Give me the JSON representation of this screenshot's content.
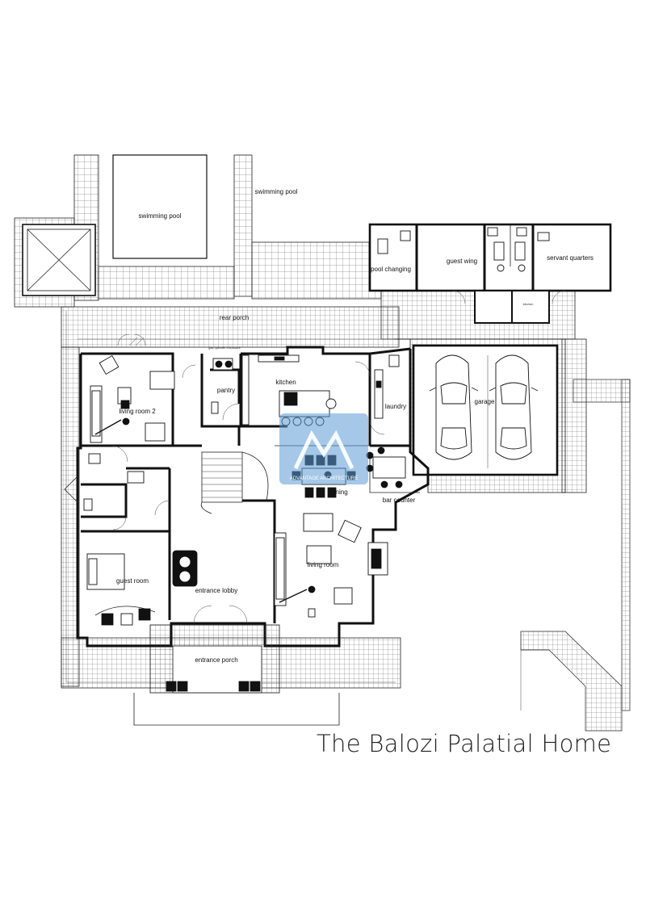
{
  "title": "The Balozi Palatial Home",
  "watermark": {
    "text": "ADVANTAGE ARCHITECTURE",
    "color": "#5b9bd5"
  },
  "labels": {
    "swimming_pool_1": "swimming pool",
    "swimming_pool_2": "swimming pool",
    "pool_changing": "pool changing",
    "guest_wing": "guest wing",
    "servant_quarters": "servant quarters",
    "kitchen_small": "kitchen",
    "rear_porch": "rear porch",
    "gas_cylinder": "gas cylinder enclosure",
    "kitchen": "kitchen",
    "pantry": "pantry",
    "living_room_2": "living room 2",
    "laundry": "laundry",
    "garage": "garage",
    "dining": "dining",
    "bar_counter": "bar counter",
    "living_room": "living room",
    "guest_room": "guest room",
    "entrance_lobby": "entrance lobby",
    "entrance_porch": "entrance porch"
  },
  "colors": {
    "line": "#111111",
    "background": "#ffffff"
  }
}
